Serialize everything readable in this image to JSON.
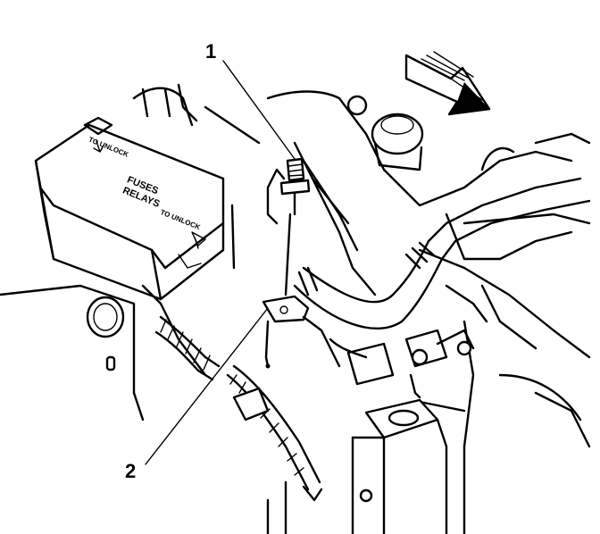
{
  "callouts": [
    {
      "id": "1",
      "label": "1"
    },
    {
      "id": "2",
      "label": "2"
    }
  ],
  "fuse_box": {
    "top_label": "TO UNLOCK",
    "title_line1": "FUSES",
    "title_line2": "RELAYS",
    "side_label": "TO UNLOCK"
  },
  "colors": {
    "line": "#000000",
    "background": "#ffffff"
  }
}
